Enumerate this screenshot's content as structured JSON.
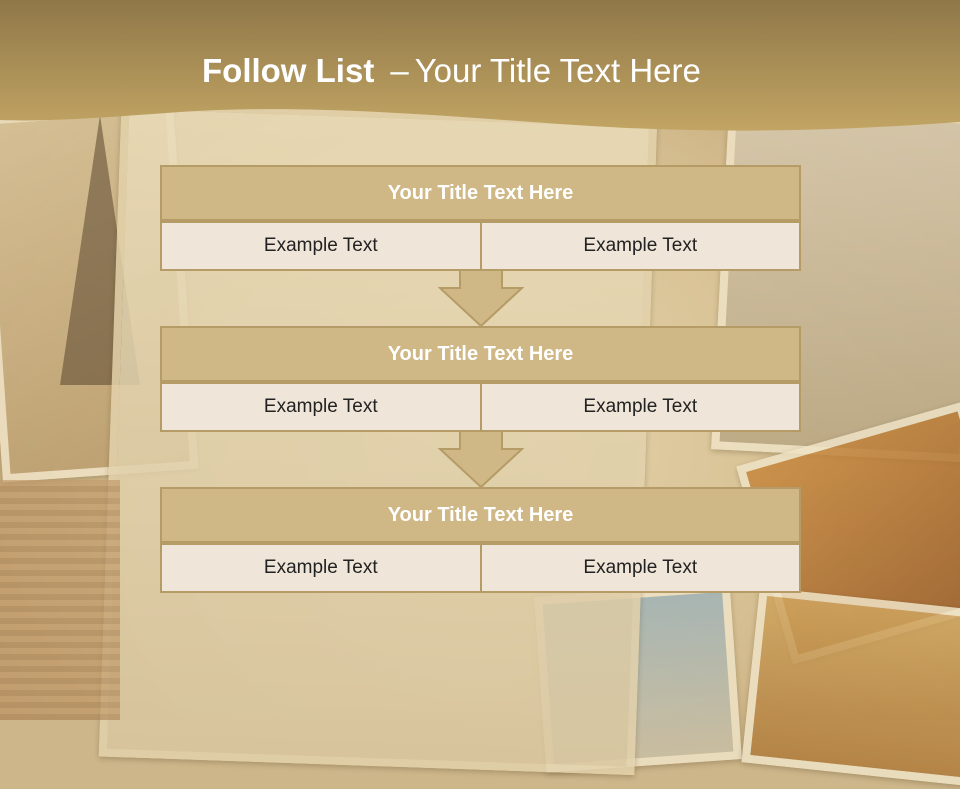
{
  "header": {
    "title_bold": "Follow List",
    "title_dash": "–",
    "title_rest": "Your Title Text Here"
  },
  "blocks": [
    {
      "title": "Your Title Text Here",
      "left": "Example Text",
      "right": "Example Text"
    },
    {
      "title": "Your Title Text Here",
      "left": "Example Text",
      "right": "Example Text"
    },
    {
      "title": "Your Title Text Here",
      "left": "Example Text",
      "right": "Example Text"
    }
  ],
  "colors": {
    "banner": "#b89b5e",
    "block_title_bg": "#cfb886",
    "cell_bg": "#efe5d8",
    "border": "#b59b66",
    "arrow": "#cfb886"
  },
  "icons": [
    "down-arrow-icon"
  ]
}
